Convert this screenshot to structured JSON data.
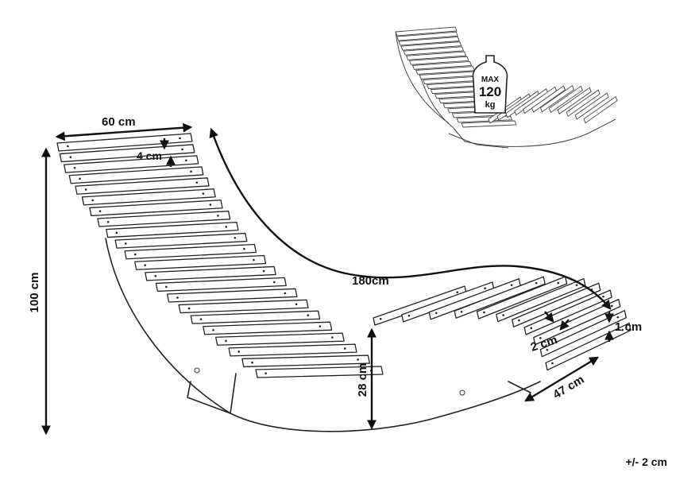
{
  "dimensions": {
    "width": "60 cm",
    "slat_width": "4 cm",
    "height": "100 cm",
    "length": "180cm",
    "seat_height": "28 cm",
    "slat_gap": "2 cm",
    "slat_thickness": "1 cm",
    "footrest_width": "47 cm"
  },
  "load": {
    "max_label": "MAX",
    "value": "120",
    "unit": "kg"
  },
  "tolerance": "+/- 2 cm"
}
